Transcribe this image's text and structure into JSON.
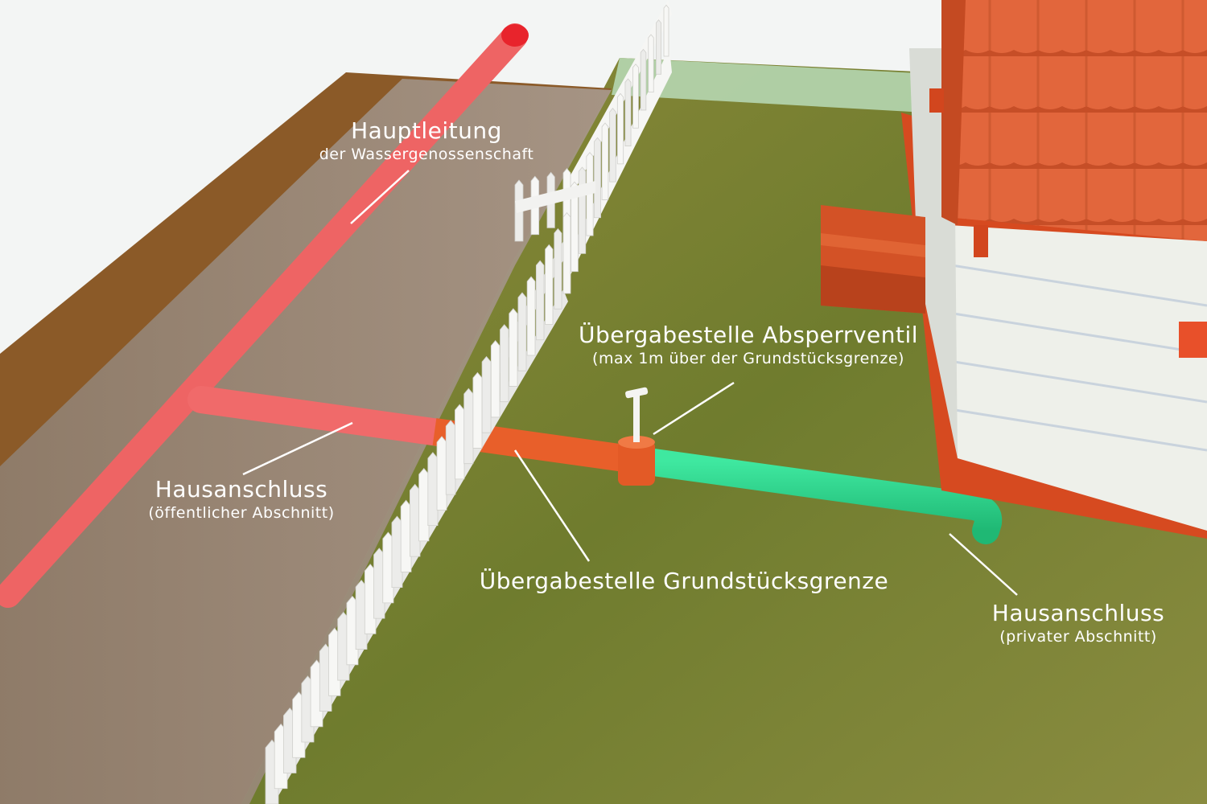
{
  "diagram": {
    "labels": {
      "main_line": {
        "title": "Hauptleitung",
        "subtitle": "der Wassergenossenschaft"
      },
      "valve": {
        "title": "Übergabestelle Absperrventil",
        "subtitle": "(max 1m über der Grundstücksgrenze)"
      },
      "public_connection": {
        "title": "Hausanschluss",
        "subtitle": "(öffentlicher Abschnitt)"
      },
      "boundary": {
        "title": "Übergabestelle Grundstücksgrenze"
      },
      "private_connection": {
        "title": "Hausanschluss",
        "subtitle": "(privater Abschnitt)"
      }
    },
    "colors": {
      "public_pipe": "#f06a6a",
      "transfer_pipe": "#e85f2a",
      "private_pipe": "#2fd68a",
      "lawn": "#7e8a38",
      "street": "#9a8a7e",
      "roof": "#e2663c",
      "fence": "#ffffff",
      "wall": "#e8ebe4"
    }
  }
}
